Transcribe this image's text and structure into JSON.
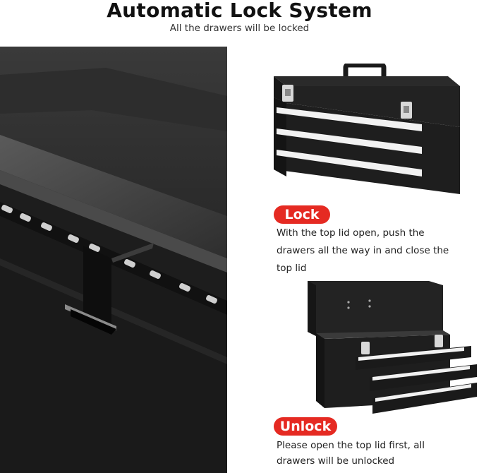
{
  "header": {
    "title": "Automatic Lock System",
    "subtitle": "All the drawers will be locked"
  },
  "lock": {
    "badge": "Lock",
    "description": "With the top lid open, push the drawers all the way in and close the top lid"
  },
  "unlock": {
    "badge": "Unlock",
    "description": "Please open the top lid first, all drawers will be unlocked"
  },
  "colors": {
    "badge_red": "#e52a22",
    "box_black": "#1e1e1e",
    "drawer_handle": "#f2f2f2"
  }
}
